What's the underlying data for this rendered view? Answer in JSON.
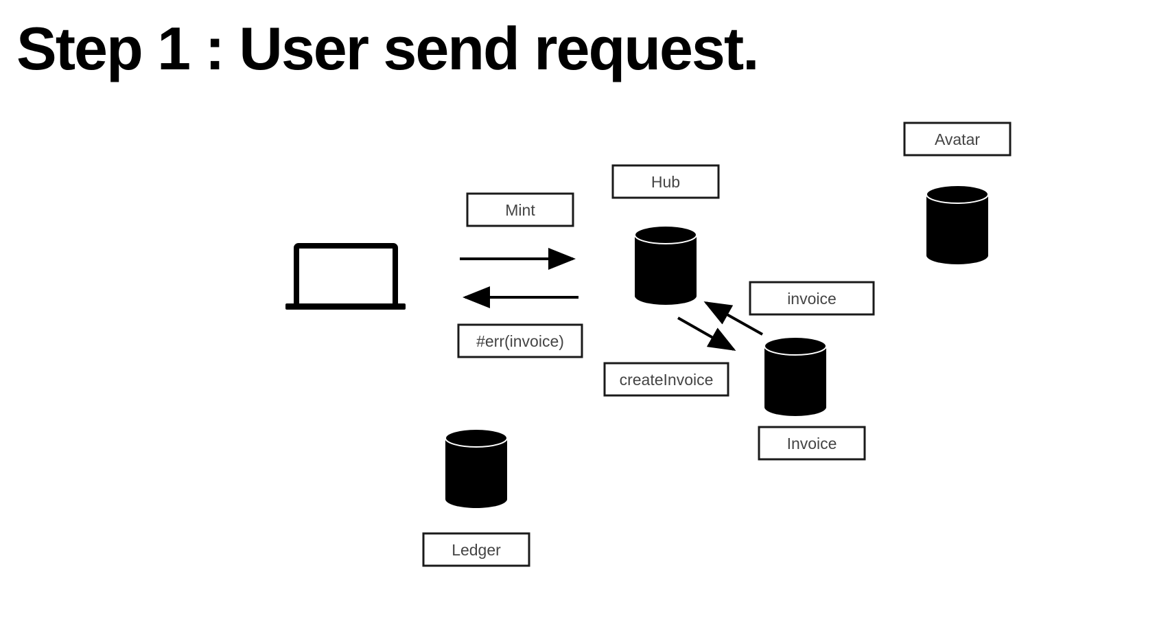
{
  "slide": {
    "title": "Step 1 : User send request."
  },
  "nodes": {
    "client": {
      "icon": "laptop-icon"
    },
    "mint": {
      "label": "Mint"
    },
    "hub": {
      "label": "Hub",
      "icon": "database-icon"
    },
    "avatar": {
      "label": "Avatar",
      "icon": "database-icon"
    },
    "invoice_service": {
      "label": "Invoice",
      "icon": "database-icon"
    },
    "ledger": {
      "label": "Ledger",
      "icon": "database-icon"
    }
  },
  "edges": {
    "request": {
      "from": "client",
      "to": "hub"
    },
    "error_response": {
      "from": "hub",
      "to": "client",
      "label": "#err(invoice)"
    },
    "create_invoice": {
      "from": "hub",
      "to": "invoice_service",
      "label": "createInvoice"
    },
    "invoice_return": {
      "from": "invoice_service",
      "to": "hub",
      "label": "invoice"
    }
  },
  "colors": {
    "ink": "#000000",
    "label_text": "#444444",
    "background": "#ffffff"
  }
}
